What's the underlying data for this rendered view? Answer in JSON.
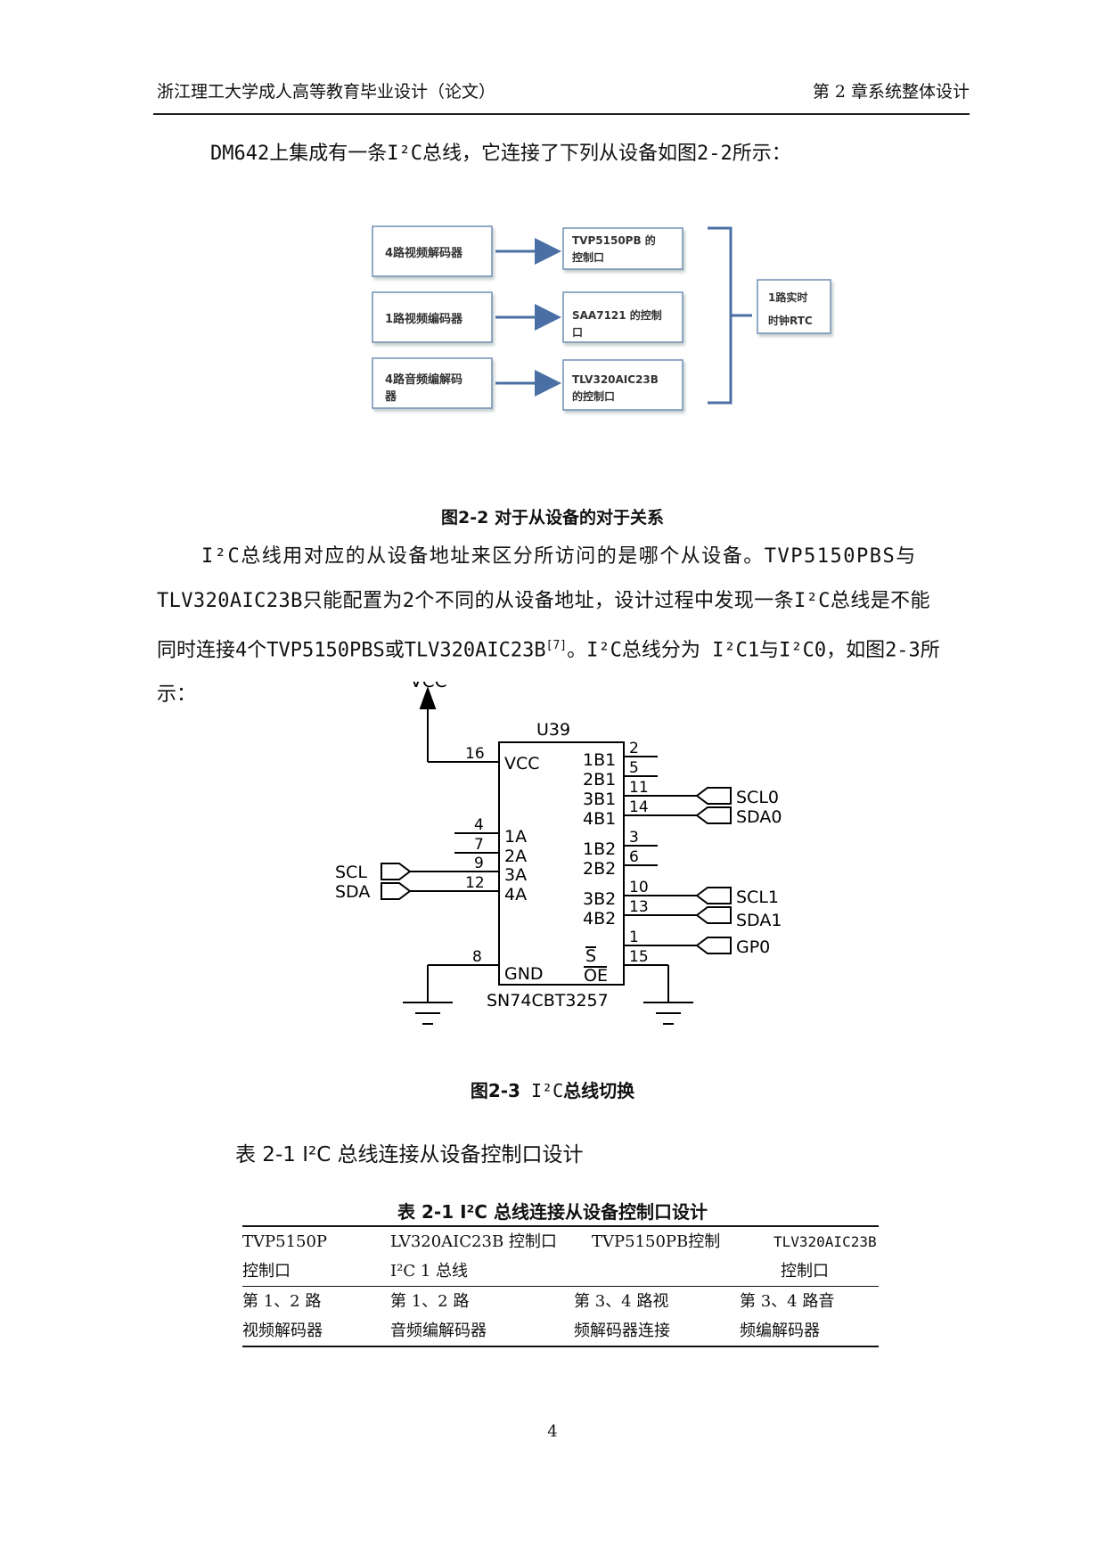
{
  "header": {
    "left": "浙江理工大学成人高等教育毕业设计（论文）",
    "right": "第 2 章系统整体设计"
  },
  "para1": "DM642上集成有一条I²C总线，它连接了下列从设备如图2-2所示：",
  "fig22": {
    "left_boxes": [
      "4路视频解码器",
      "1路视频编码器",
      "4路音频编解码",
      "器"
    ],
    "mid_boxes": [
      "TVP5150PB 的",
      "控制口",
      "SAA7121 的控制",
      "口",
      "TLV320AIC23B",
      "的控制口"
    ],
    "right_box": [
      "1路实时",
      "时钟RTC"
    ],
    "caption": "图2-2   对于从设备的对于关系"
  },
  "para2": {
    "line1": "I²C总线用对应的从设备地址来区分所访问的是哪个从设备。TVP5150PBS与",
    "line2": "TLV320AIC23B只能配置为2个不同的从设备地址，设计过程中发现一条I²C总线是不能",
    "line3a": "同时连接4个TVP5150PBS或TLV320AIC23B",
    "cite": "[7]",
    "line3b": "。I²C总线分为 I²C1与I²C0，如图2-3所示："
  },
  "fig23": {
    "vcc": "VCC",
    "chip_name": "U39",
    "part_no": "SN74CBT3257",
    "left_pins": [
      {
        "num": "16",
        "label": "VCC"
      },
      {
        "num": "4",
        "label": "1A"
      },
      {
        "num": "7",
        "label": "2A"
      },
      {
        "num": "9",
        "label": "3A"
      },
      {
        "num": "12",
        "label": "4A"
      },
      {
        "num": "8",
        "label": "GND"
      }
    ],
    "right_pins": [
      {
        "num": "2",
        "label": "1B1"
      },
      {
        "num": "5",
        "label": "2B1"
      },
      {
        "num": "11",
        "label": "3B1"
      },
      {
        "num": "14",
        "label": "4B1"
      },
      {
        "num": "3",
        "label": "1B2"
      },
      {
        "num": "6",
        "label": "2B2"
      },
      {
        "num": "10",
        "label": "3B2"
      },
      {
        "num": "13",
        "label": "4B2"
      },
      {
        "num": "1",
        "label": "S"
      },
      {
        "num": "15",
        "label": "OE"
      }
    ],
    "nets": [
      "SCL",
      "SDA",
      "SCL0",
      "SDA0",
      "SCL1",
      "SDA1",
      "GP0"
    ],
    "caption_bold1": "图2-3",
    "caption_mid": " I²C",
    "caption_bold2": "总线切换"
  },
  "table_intro": "表 2-1  I²C 总线连接从设备控制口设计",
  "table": {
    "title": "表 2-1  I²C 总线连接从设备控制口设计",
    "header": [
      [
        "TVP5150P",
        "控制口"
      ],
      [
        "LV320AIC23B 控制口",
        "I²C 1 总线"
      ],
      [
        "TVP5150PB控制",
        ""
      ],
      [
        "TLV320AIC23B",
        "控制口"
      ]
    ],
    "row": [
      [
        "第 1、2 路",
        "视频解码器"
      ],
      [
        "第 1、2 路",
        "音频编解码器"
      ],
      [
        "第 3、4 路视",
        "频解码器连接"
      ],
      [
        "第 3、4 路音",
        "频编解码器"
      ]
    ]
  },
  "page_number": "4"
}
